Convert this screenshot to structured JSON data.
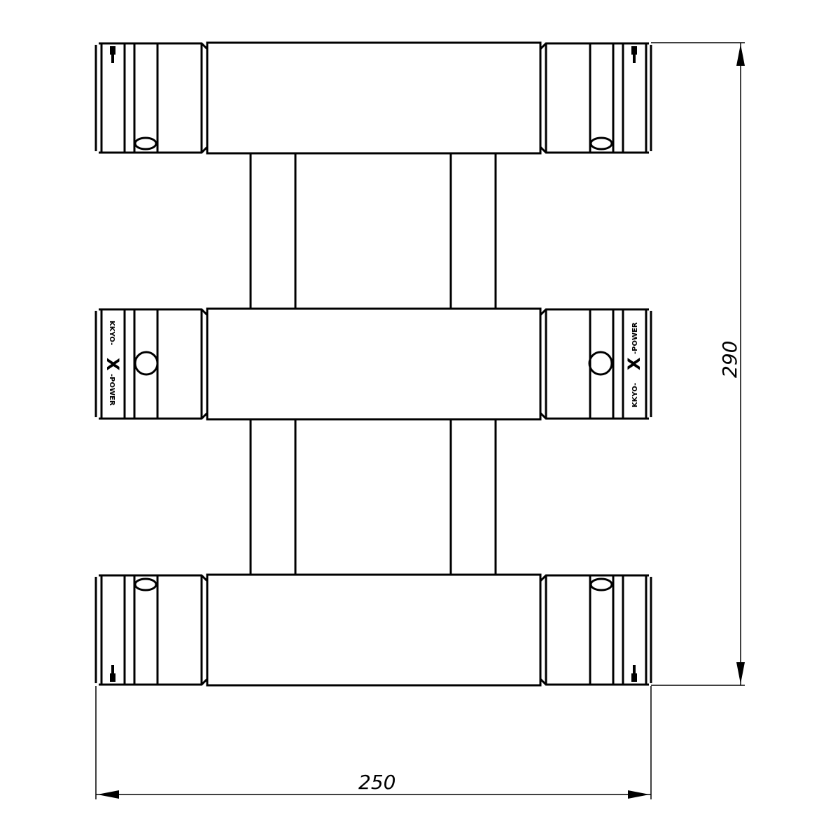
{
  "drawing": {
    "type": "technical-drawing",
    "subject": "Truss ladder section (top view) with 6 conical connectors",
    "stroke_color": "#000000",
    "background": "#ffffff"
  },
  "dimensions": {
    "width": {
      "label": "250",
      "orientation": "horizontal"
    },
    "height": {
      "label": "290",
      "orientation": "vertical"
    }
  },
  "connectors": {
    "brand_left": "KKYO-",
    "brand_x": "X",
    "brand_right": "-POWER",
    "count": 6
  }
}
